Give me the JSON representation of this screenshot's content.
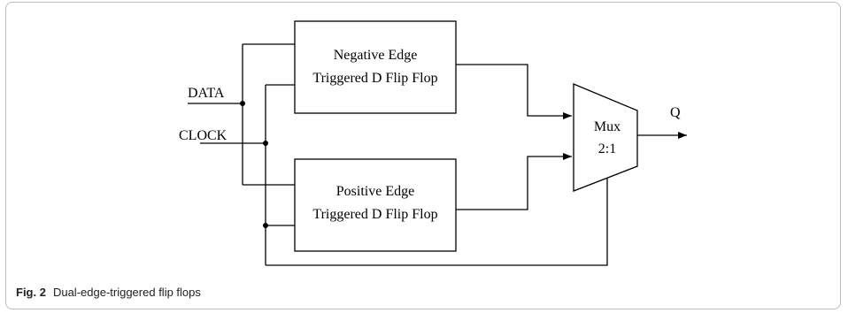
{
  "signals": {
    "data": "DATA",
    "clock": "CLOCK",
    "output": "Q"
  },
  "blocks": {
    "negative_ff": {
      "line1": "Negative Edge",
      "line2": "Triggered D Flip Flop"
    },
    "positive_ff": {
      "line1": "Positive Edge",
      "line2": "Triggered D Flip Flop"
    },
    "mux": {
      "line1": "Mux",
      "line2": "2:1"
    }
  },
  "caption": {
    "number": "Fig. 2",
    "text": "Dual-edge-triggered flip flops"
  }
}
